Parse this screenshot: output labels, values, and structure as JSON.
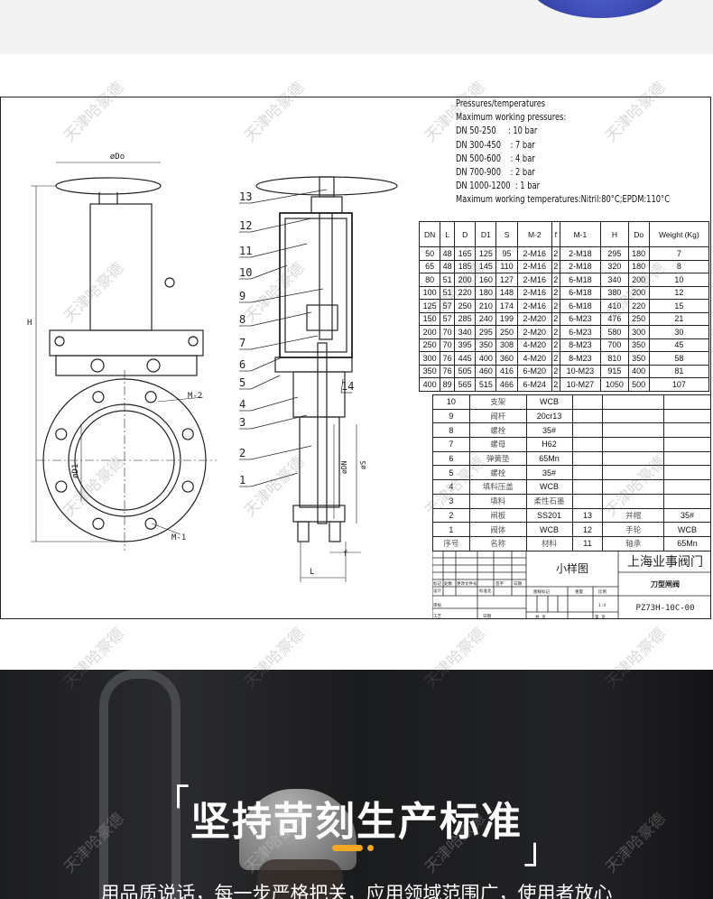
{
  "watermark": "天津哈豪德",
  "pressures": {
    "lines": [
      "Pressures/temperatures",
      "Maximum working pressures:",
      "DN 50-250     : 10 bar",
      "DN 300-450    : 7 bar",
      "DN 500-600    : 4 bar",
      "DN 700-900    : 2 bar",
      "DN 1000-1200  : 1 bar",
      "Maximum working temperatures:Nitril:80°C;EPDM:110°C"
    ]
  },
  "drawing": {
    "labels": [
      "13",
      "12",
      "11",
      "10",
      "9",
      "8",
      "7",
      "6",
      "5",
      "4",
      "3",
      "14",
      "2",
      "1"
    ],
    "dims": {
      "do": "øDo",
      "h": "H",
      "m2": "M-2",
      "m1": "M-1",
      "d1": "øD1",
      "dn": "øDN",
      "s": "øS",
      "f": "f",
      "l": "L"
    }
  },
  "spec_table": {
    "headers": [
      "DN",
      "L",
      "D",
      "D1",
      "S",
      "M-2",
      "f",
      "M-1",
      "H",
      "Do",
      "Weight (Kg)"
    ],
    "rows": [
      [
        "50",
        "48",
        "165",
        "125",
        "95",
        "2-M16",
        "2",
        "2-M18",
        "295",
        "180",
        "7"
      ],
      [
        "65",
        "48",
        "185",
        "145",
        "110",
        "2-M16",
        "2",
        "2-M18",
        "320",
        "180",
        "8"
      ],
      [
        "80",
        "51",
        "200",
        "160",
        "127",
        "2-M16",
        "2",
        "6-M18",
        "340",
        "200",
        "10"
      ],
      [
        "100",
        "51",
        "220",
        "180",
        "148",
        "2-M16",
        "2",
        "6-M18",
        "380",
        "200",
        "12"
      ],
      [
        "125",
        "57",
        "250",
        "210",
        "174",
        "2-M16",
        "2",
        "6-M18",
        "410",
        "220",
        "15"
      ],
      [
        "150",
        "57",
        "285",
        "240",
        "199",
        "2-M20",
        "2",
        "6-M23",
        "476",
        "250",
        "21"
      ],
      [
        "200",
        "70",
        "340",
        "295",
        "250",
        "2-M20",
        "2",
        "6-M23",
        "580",
        "300",
        "30"
      ],
      [
        "250",
        "70",
        "395",
        "350",
        "308",
        "4-M20",
        "2",
        "8-M23",
        "700",
        "350",
        "45"
      ],
      [
        "300",
        "76",
        "445",
        "400",
        "360",
        "4-M20",
        "2",
        "8-M23",
        "810",
        "350",
        "58"
      ],
      [
        "350",
        "76",
        "505",
        "460",
        "416",
        "6-M20",
        "2",
        "10-M23",
        "915",
        "400",
        "81"
      ],
      [
        "400",
        "89",
        "565",
        "515",
        "466",
        "6-M24",
        "2",
        "10-M27",
        "1050",
        "500",
        "107"
      ]
    ]
  },
  "parts_table": {
    "rows": [
      [
        "10",
        "支架",
        "WCB",
        "",
        "",
        ""
      ],
      [
        "9",
        "阀杆",
        "20cr13",
        "",
        "",
        ""
      ],
      [
        "8",
        "螺栓",
        "35#",
        "",
        "",
        ""
      ],
      [
        "7",
        "螺母",
        "H62",
        "",
        "",
        ""
      ],
      [
        "6",
        "弹簧垫",
        "65Mn",
        "",
        "",
        ""
      ],
      [
        "5",
        "螺栓",
        "35#",
        "",
        "",
        ""
      ],
      [
        "4",
        "填料压盖",
        "WCB",
        "",
        "",
        ""
      ],
      [
        "3",
        "填料",
        "柔性石墨",
        "",
        "",
        ""
      ],
      [
        "2",
        "闸板",
        "SS201",
        "13",
        "并帽",
        "35#"
      ],
      [
        "1",
        "阀体",
        "WCB",
        "12",
        "手轮",
        "WCB"
      ],
      [
        "序号",
        "名称",
        "材料",
        "11",
        "轴承",
        "65Mn"
      ]
    ]
  },
  "title_block": {
    "drawing_name": "小样图",
    "company": "上海业事阀门",
    "product": "刀型闸阀",
    "code": "PZ73H-10C-00",
    "scale": "1:4",
    "small": [
      "标记",
      "处数",
      "更改文件号",
      "签字",
      "日期",
      "设计",
      "标准化",
      "审核",
      "工艺",
      "日期",
      "图样标记",
      "重量",
      "比例",
      "共 页",
      "第 页"
    ]
  },
  "banner": {
    "title": "坚持苛刻生产标准",
    "bracket_open": "「",
    "bracket_close": "」",
    "subtitle": "用品质说话，每一步严格把关，应用领域范围广，使用者放心",
    "accent": "#f5a623"
  }
}
